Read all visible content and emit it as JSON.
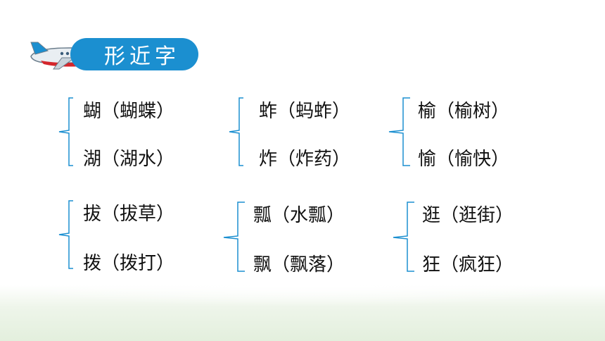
{
  "header": {
    "title": "形近字"
  },
  "groups": [
    {
      "top": "蝴（蝴蝶）",
      "bottom": "湖（湖水）"
    },
    {
      "top": "蚱（蚂蚱）",
      "bottom": "炸（炸药）"
    },
    {
      "top": "榆（榆树）",
      "bottom": "愉（愉快）"
    },
    {
      "top": "拔（拔草）",
      "bottom": "拨（拨打）"
    },
    {
      "top": "瓢（水瓢）",
      "bottom": "飘（飘落）"
    },
    {
      "top": "逛（逛街）",
      "bottom": "狂（疯狂）"
    }
  ],
  "colors": {
    "accent": "#1b8fd0",
    "brace": "#1b8fd0",
    "text": "#111111"
  }
}
